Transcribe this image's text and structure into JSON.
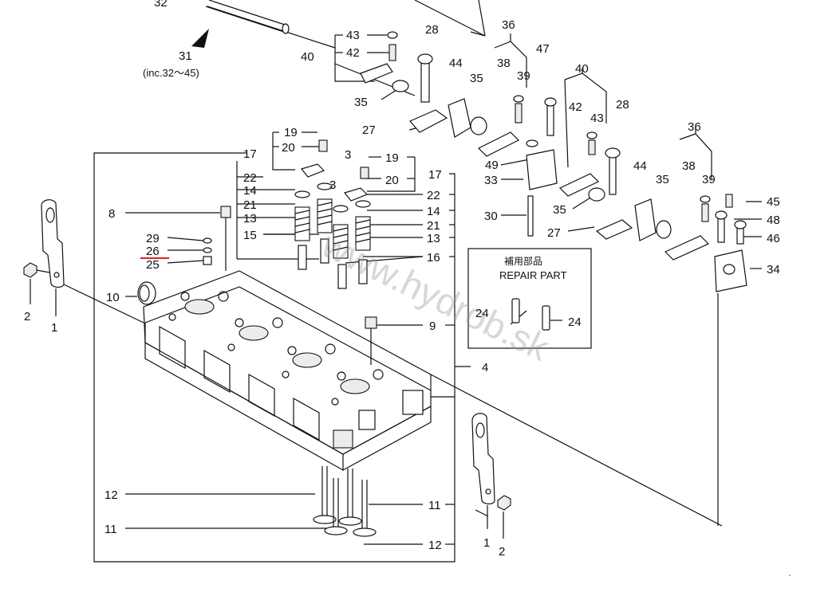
{
  "diagram": {
    "type": "exploded-parts-diagram",
    "assembly_note": {
      "number": "31",
      "text": "(inc.32〜45)"
    },
    "repair_part_box": {
      "title_jp": "補用部品",
      "title_en": "REPAIR PART"
    },
    "watermark": "www.hydrob.sk",
    "callouts": {
      "c1a": "1",
      "c1b": "1",
      "c2a": "2",
      "c2b": "2",
      "c3a": "3",
      "c3b": "3",
      "c4": "4",
      "c8": "8",
      "c9": "9",
      "c10": "10",
      "c11a": "11",
      "c11b": "11",
      "c12a": "12",
      "c12b": "12",
      "c13a": "13",
      "c13b": "13",
      "c14a": "14",
      "c14b": "14",
      "c15": "15",
      "c16": "16",
      "c17a": "17",
      "c17b": "17",
      "c19a": "19",
      "c19b": "19",
      "c20a": "20",
      "c20b": "20",
      "c21a": "21",
      "c21b": "21",
      "c22a": "22",
      "c22b": "22",
      "c24a": "24",
      "c24b": "24",
      "c25": "25",
      "c26": "26",
      "c27a": "27",
      "c27b": "27",
      "c28a": "28",
      "c28b": "28",
      "c29": "29",
      "c30": "30",
      "c32": "32",
      "c33": "33",
      "c34": "34",
      "c35a": "35",
      "c35b": "35",
      "c35c": "35",
      "c35d": "35",
      "c36a": "36",
      "c36b": "36",
      "c38a": "38",
      "c38b": "38",
      "c39a": "39",
      "c39b": "39",
      "c40a": "40",
      "c40b": "40",
      "c42a": "42",
      "c42b": "42",
      "c43a": "43",
      "c43b": "43",
      "c44a": "44",
      "c44b": "44",
      "c45": "45",
      "c46": "46",
      "c47": "47",
      "c48": "48",
      "c49": "49"
    },
    "highlight": {
      "part": "26",
      "color": "#e02020"
    }
  }
}
